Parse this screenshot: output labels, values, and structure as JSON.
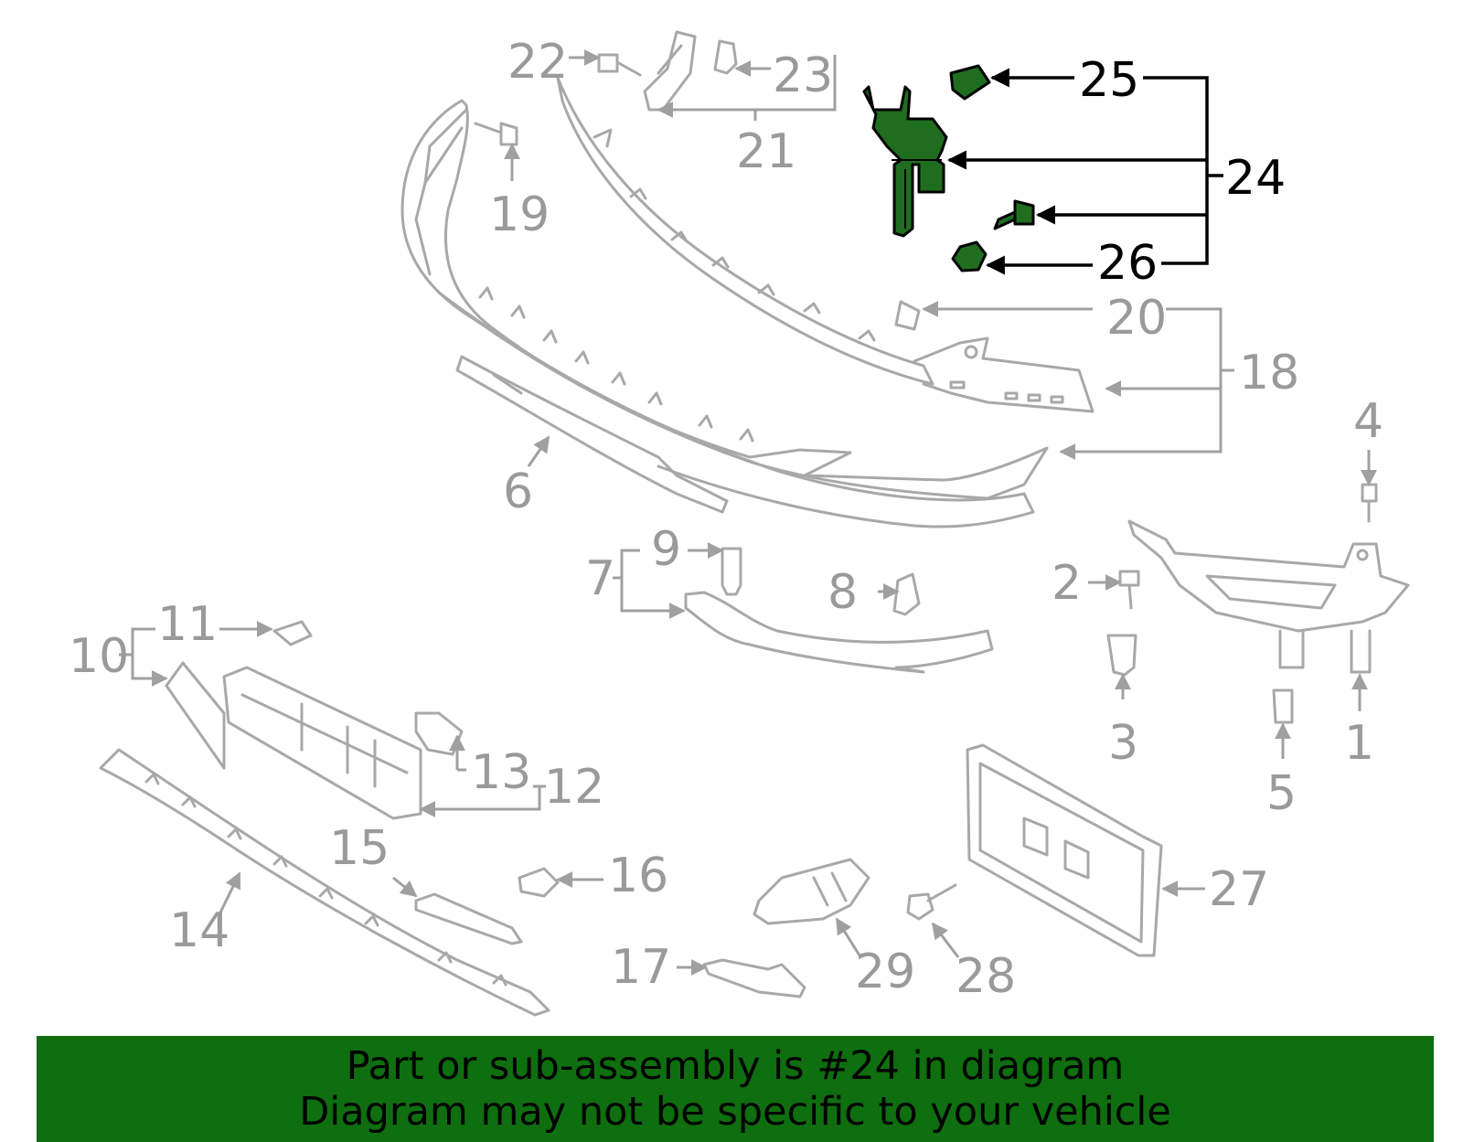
{
  "diagram": {
    "highlighted_part": "24",
    "highlight_color": "#1f6e1f",
    "callouts": [
      "1",
      "2",
      "3",
      "4",
      "5",
      "6",
      "7",
      "8",
      "9",
      "10",
      "11",
      "12",
      "13",
      "14",
      "15",
      "16",
      "17",
      "18",
      "19",
      "20",
      "21",
      "22",
      "23",
      "24",
      "25",
      "26",
      "27",
      "28",
      "29"
    ]
  },
  "banner": {
    "line1": "Part or sub-assembly is #24 in diagram",
    "line2": "Diagram may not be specific to your vehicle",
    "background": "#0f6e0f"
  }
}
